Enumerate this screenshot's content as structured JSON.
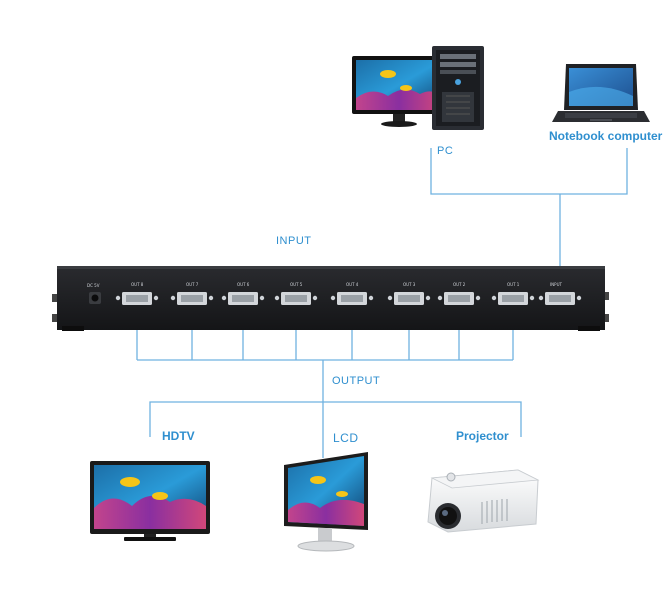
{
  "diagram": {
    "labels": {
      "input": "INPUT",
      "output": "OUTPUT",
      "pc": "PC",
      "notebook": "Notebook computer",
      "hdtv": "HDTV",
      "lcd": "LCD",
      "projector": "Projector"
    },
    "ports": {
      "power": "DC 5V",
      "outputs": [
        "OUT 8",
        "OUT 7",
        "OUT 6",
        "OUT 5",
        "OUT 4",
        "OUT 3",
        "OUT 2",
        "OUT 1"
      ],
      "input": "INPUT"
    },
    "colors": {
      "line": "#6fb2e0",
      "label": "#2f8fcf",
      "device_body": "#1b1c1f"
    },
    "icons": [
      "pc-icon",
      "notebook-icon",
      "hdtv-icon",
      "lcd-monitor-icon",
      "projector-icon",
      "splitter-device"
    ]
  }
}
